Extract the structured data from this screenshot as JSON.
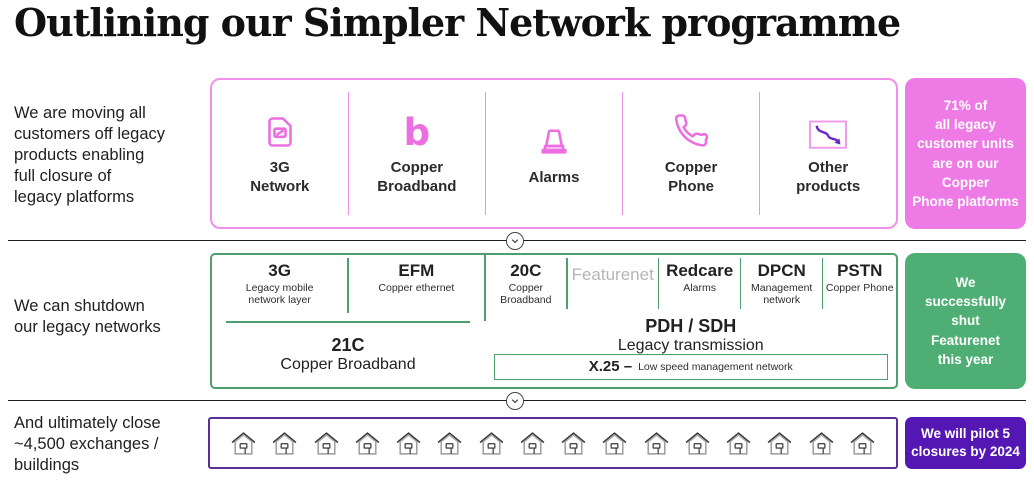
{
  "title": "Outlining our Simpler Network programme",
  "colors": {
    "pink": "#ee7ae5",
    "pink_border": "#f190e9",
    "pink_icon": "#ec6ee0",
    "green": "#4fae73",
    "green_border": "#4f9f6e",
    "purple": "#5517b4",
    "purple_border": "#5c2d96"
  },
  "row1": {
    "label": "We are moving all\ncustomers off legacy\nproducts enabling\nfull closure of\nlegacy platforms",
    "products": [
      {
        "name": "3g-network",
        "label": "3G\nNetwork",
        "icon": "sim-card-icon"
      },
      {
        "name": "copper-broadband",
        "label": "Copper\nBroadband",
        "icon": "broadband-b-icon"
      },
      {
        "name": "alarms",
        "label": "Alarms",
        "icon": "alarm-bell-icon"
      },
      {
        "name": "copper-phone",
        "label": "Copper\nPhone",
        "icon": "phone-handset-icon"
      },
      {
        "name": "other-products",
        "label": "Other\nproducts",
        "icon": "curve-arrow-box-icon"
      }
    ],
    "callout": "71% of\nall legacy\ncustomer units\nare on our Copper\nPhone platforms"
  },
  "row2": {
    "label": "We can shutdown\nour legacy networks",
    "left": {
      "cells": [
        {
          "title": "3G",
          "subtitle": "Legacy mobile\nnetwork layer"
        },
        {
          "title": "EFM",
          "subtitle": "Copper ethernet"
        }
      ],
      "bottom": {
        "title": "21C",
        "subtitle": "Copper Broadband"
      }
    },
    "right": {
      "cells": [
        {
          "title": "20C",
          "subtitle": "Copper\nBroadband"
        },
        {
          "title": "Featurenet",
          "subtitle": "",
          "muted": true
        },
        {
          "title": "Redcare",
          "subtitle": "Alarms"
        },
        {
          "title": "DPCN",
          "subtitle": "Management\nnetwork"
        },
        {
          "title": "PSTN",
          "subtitle": "Copper Phone"
        }
      ],
      "bottom": {
        "title": "PDH / SDH",
        "subtitle": "Legacy transmission"
      },
      "x25": {
        "title": "X.25 –",
        "subtitle": "Low speed management network"
      }
    },
    "callout": "We\nsuccessfully\nshut\nFeaturenet\nthis year"
  },
  "row3": {
    "label": "And ultimately close\n~4,500 exchanges /\nbuildings",
    "house_count": 16,
    "callout": "We will pilot 5\nclosures by 2024"
  }
}
